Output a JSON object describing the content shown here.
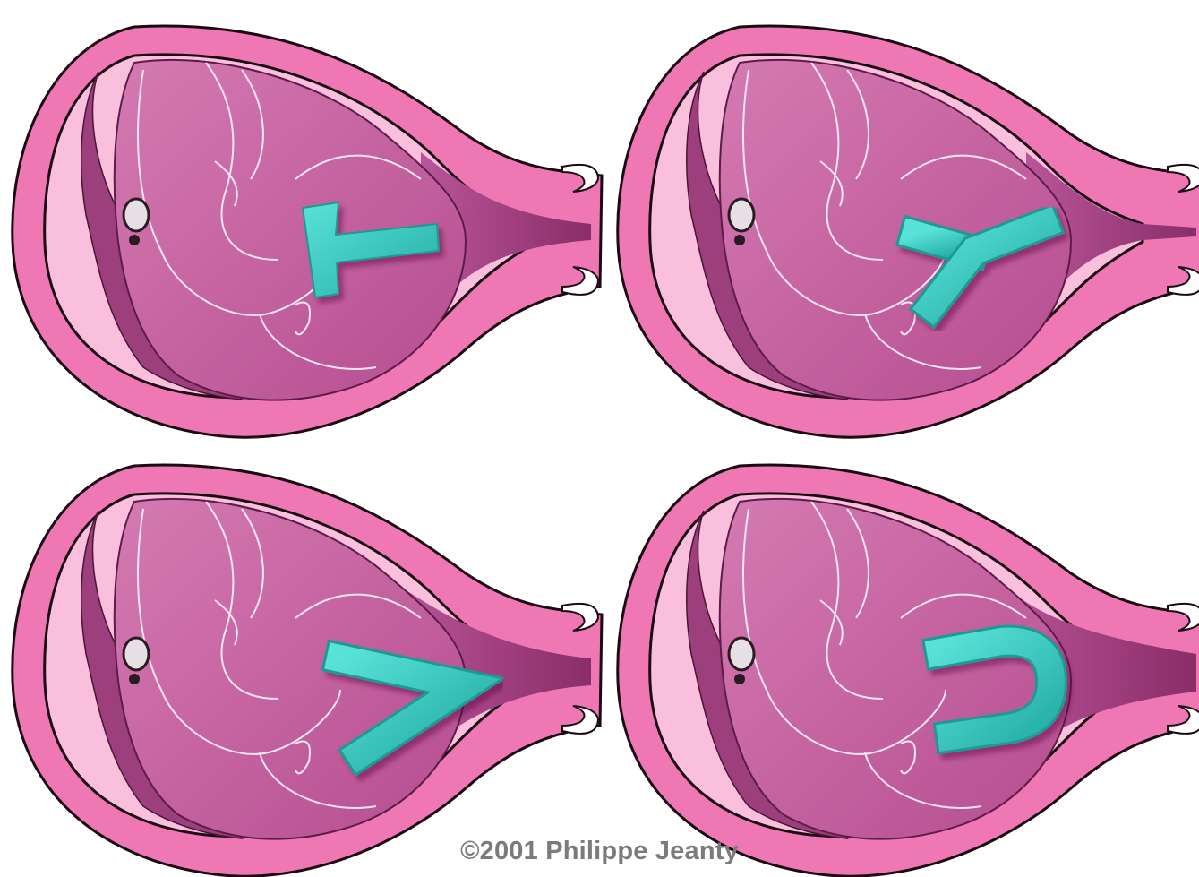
{
  "copyright": "©2001 Philippe Jeanty",
  "colors": {
    "outer_wall": "#ef78b4",
    "outer_outline": "#1a0a12",
    "cavity_light": "#f9bfdc",
    "fetus": "#c862a0",
    "fetus_dark": "#8e2f6e",
    "placenta": "#9c3f7c",
    "letter": "#35cfc6",
    "letter_shadow": "#1e8f89"
  },
  "panels": [
    {
      "letter": "T",
      "position": "top-left"
    },
    {
      "letter": "Y",
      "position": "top-right"
    },
    {
      "letter": "V",
      "position": "bottom-left"
    },
    {
      "letter": "U",
      "position": "bottom-right"
    }
  ]
}
